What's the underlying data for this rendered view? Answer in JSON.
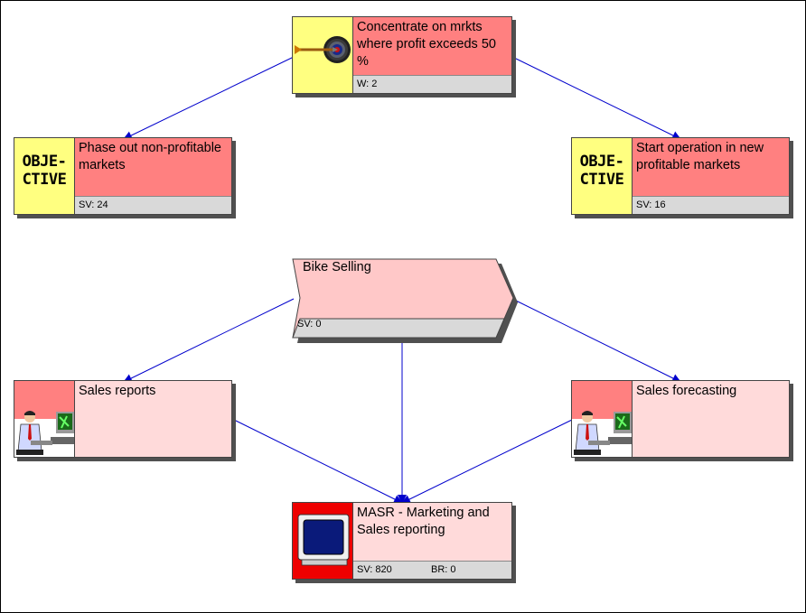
{
  "colors": {
    "goal_icon_bg": "#ffff80",
    "goal_body_bg": "#ff8080",
    "process_bg": "#ffc8c8",
    "task_icon_bg": "#ff8080",
    "task_body_bg": "#ffdada",
    "system_icon_bg": "#ee0000",
    "footer_bg": "#d9d9d9",
    "edge": "#0000cc"
  },
  "nodes": {
    "goal": {
      "title": "Concentrate on mrkts where profit exceeds 50 %",
      "footer": "W: 2",
      "icon": "target-dart-icon"
    },
    "objective_left": {
      "badge_line1": "OBJE-",
      "badge_line2": "CTIVE",
      "title": "Phase out non-profitable markets",
      "footer": "SV: 24"
    },
    "objective_right": {
      "badge_line1": "OBJE-",
      "badge_line2": "CTIVE",
      "title": "Start operation in new profitable markets",
      "footer": "SV: 16"
    },
    "process": {
      "title": "Bike Selling",
      "footer": "SV: 0"
    },
    "task_left": {
      "title": "Sales reports",
      "icon": "person-at-computer-icon"
    },
    "task_right": {
      "title": "Sales forecasting",
      "icon": "person-at-computer-icon"
    },
    "system": {
      "title": "MASR - Marketing and Sales reporting",
      "footer_sv": "SV: 820",
      "footer_br": "BR: 0",
      "icon": "monitor-icon"
    }
  },
  "edges": [
    {
      "from": "goal",
      "to": "objective_left"
    },
    {
      "from": "goal",
      "to": "objective_right"
    },
    {
      "from": "process",
      "to": "task_left"
    },
    {
      "from": "process",
      "to": "task_right"
    },
    {
      "from": "process",
      "to": "system"
    },
    {
      "from": "task_left",
      "to": "system"
    },
    {
      "from": "task_right",
      "to": "system"
    }
  ]
}
